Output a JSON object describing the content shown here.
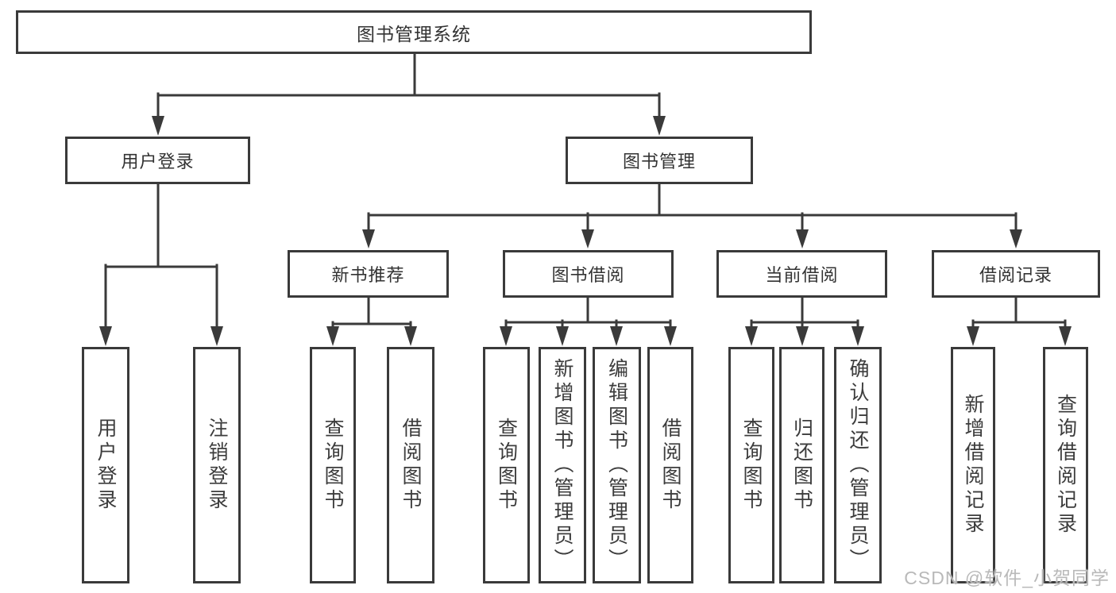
{
  "diagram_title": "图书管理系统",
  "tree": {
    "root": {
      "label": "图书管理系统"
    },
    "branches": [
      {
        "label": "用户登录",
        "children": [
          {
            "label": "用户登录"
          },
          {
            "label": "注销登录"
          }
        ]
      },
      {
        "label": "图书管理",
        "children": [
          {
            "label": "新书推荐",
            "children": [
              {
                "label": "查询图书"
              },
              {
                "label": "借阅图书"
              }
            ]
          },
          {
            "label": "图书借阅",
            "children": [
              {
                "label": "查询图书"
              },
              {
                "label": "新增图书（管理员）"
              },
              {
                "label": "编辑图书（管理员）"
              },
              {
                "label": "借阅图书"
              }
            ]
          },
          {
            "label": "当前借阅",
            "children": [
              {
                "label": "查询图书"
              },
              {
                "label": "归还图书"
              },
              {
                "label": "确认归还（管理员）"
              }
            ]
          },
          {
            "label": "借阅记录",
            "children": [
              {
                "label": "新增借阅记录"
              },
              {
                "label": "查询借阅记录"
              }
            ]
          }
        ]
      }
    ]
  },
  "watermark": {
    "text": "CSDN @软件_小贺同学"
  },
  "colors": {
    "line": "#3a3a3a",
    "box_border": "#3a3a3a",
    "text": "#333333",
    "watermark": "#b9b9b9",
    "background": "#ffffff"
  }
}
